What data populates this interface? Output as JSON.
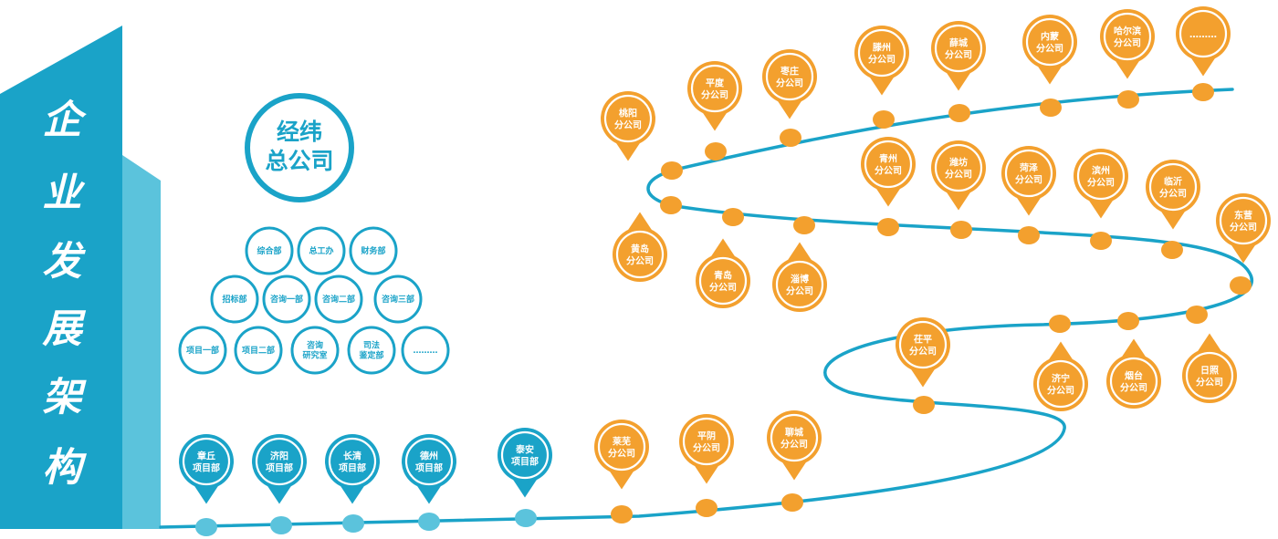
{
  "title": "企业发展架构",
  "colors": {
    "blue": "#1aa3c8",
    "blue_light": "#5bc3dc",
    "orange": "#f3a02e",
    "path": "#1aa3c8"
  },
  "headquarters": {
    "line1": "经纬",
    "line2": "总公司"
  },
  "departments": [
    [
      "综合部"
    ],
    [
      "总工办"
    ],
    [
      "财务部"
    ],
    [
      "招标部"
    ],
    [
      "咨询一部"
    ],
    [
      "咨询二部"
    ],
    [
      "咨询三部"
    ],
    [
      "项目一部"
    ],
    [
      "项目二部"
    ],
    [
      "咨询",
      "研究室"
    ],
    [
      "司法",
      "鉴定部"
    ],
    [
      "………"
    ]
  ],
  "pins": [
    {
      "lines": [
        "章丘",
        "项目部"
      ],
      "color": "blue",
      "dir": "down"
    },
    {
      "lines": [
        "济阳",
        "项目部"
      ],
      "color": "blue",
      "dir": "down"
    },
    {
      "lines": [
        "长清",
        "项目部"
      ],
      "color": "blue",
      "dir": "down"
    },
    {
      "lines": [
        "德州",
        "项目部"
      ],
      "color": "blue",
      "dir": "down"
    },
    {
      "lines": [
        "泰安",
        "项目部"
      ],
      "color": "blue",
      "dir": "down"
    },
    {
      "lines": [
        "莱芜",
        "分公司"
      ],
      "color": "orange",
      "dir": "down"
    },
    {
      "lines": [
        "平阴",
        "分公司"
      ],
      "color": "orange",
      "dir": "down"
    },
    {
      "lines": [
        "聊城",
        "分公司"
      ],
      "color": "orange",
      "dir": "down"
    },
    {
      "lines": [
        "茌平",
        "分公司"
      ],
      "color": "orange",
      "dir": "down"
    },
    {
      "lines": [
        "济宁",
        "分公司"
      ],
      "color": "orange",
      "dir": "up"
    },
    {
      "lines": [
        "烟台",
        "分公司"
      ],
      "color": "orange",
      "dir": "up"
    },
    {
      "lines": [
        "日照",
        "分公司"
      ],
      "color": "orange",
      "dir": "up"
    },
    {
      "lines": [
        "东营",
        "分公司"
      ],
      "color": "orange",
      "dir": "down"
    },
    {
      "lines": [
        "临沂",
        "分公司"
      ],
      "color": "orange",
      "dir": "down"
    },
    {
      "lines": [
        "滨州",
        "分公司"
      ],
      "color": "orange",
      "dir": "down"
    },
    {
      "lines": [
        "菏泽",
        "分公司"
      ],
      "color": "orange",
      "dir": "down"
    },
    {
      "lines": [
        "潍坊",
        "分公司"
      ],
      "color": "orange",
      "dir": "down"
    },
    {
      "lines": [
        "青州",
        "分公司"
      ],
      "color": "orange",
      "dir": "down"
    },
    {
      "lines": [
        "淄博",
        "分公司"
      ],
      "color": "orange",
      "dir": "up"
    },
    {
      "lines": [
        "青岛",
        "分公司"
      ],
      "color": "orange",
      "dir": "up"
    },
    {
      "lines": [
        "黄岛",
        "分公司"
      ],
      "color": "orange",
      "dir": "up"
    },
    {
      "lines": [
        "桃阳",
        "分公司"
      ],
      "color": "orange",
      "dir": "down"
    },
    {
      "lines": [
        "平度",
        "分公司"
      ],
      "color": "orange",
      "dir": "down"
    },
    {
      "lines": [
        "枣庄",
        "分公司"
      ],
      "color": "orange",
      "dir": "down"
    },
    {
      "lines": [
        "滕州",
        "分公司"
      ],
      "color": "orange",
      "dir": "down"
    },
    {
      "lines": [
        "薛城",
        "分公司"
      ],
      "color": "orange",
      "dir": "down"
    },
    {
      "lines": [
        "内蒙",
        "分公司"
      ],
      "color": "orange",
      "dir": "down"
    },
    {
      "lines": [
        "哈尔滨",
        "分公司"
      ],
      "color": "orange",
      "dir": "down"
    },
    {
      "lines": [
        "………"
      ],
      "color": "orange",
      "dir": "down"
    }
  ]
}
